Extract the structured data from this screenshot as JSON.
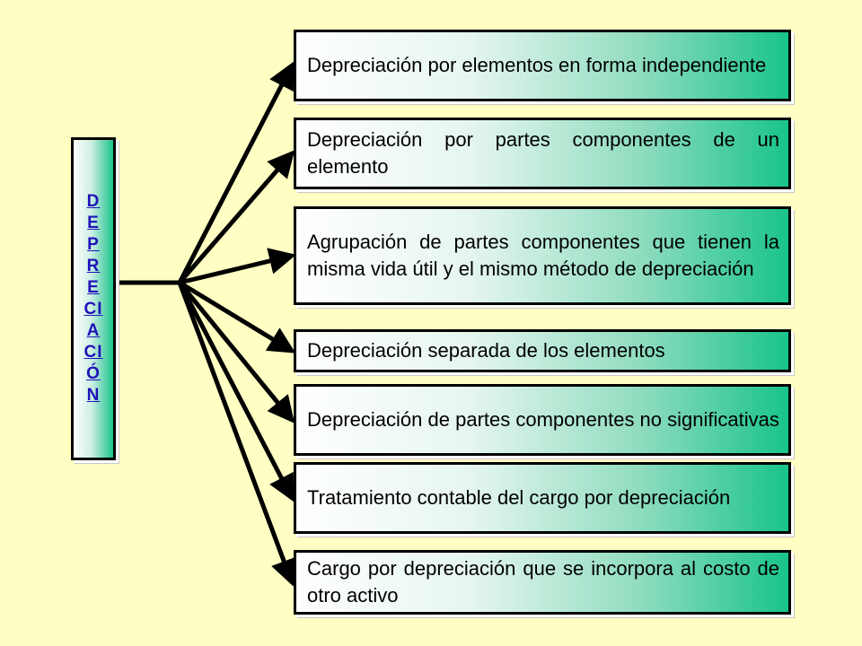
{
  "main": {
    "label_letters": [
      "D",
      "E",
      "P",
      "R",
      "E",
      "CI",
      "A",
      "CI",
      "Ó",
      "N"
    ]
  },
  "items": [
    {
      "text": "Depreciación por elementos en forma independiente"
    },
    {
      "text": "Depreciación por partes componentes de un elemento"
    },
    {
      "text": "Agrupación de partes componentes que tienen la misma vida útil y el mismo método de depreciación"
    },
    {
      "text": "Depreciación separada de los elementos"
    },
    {
      "text": "Depreciación de partes componentes no significativas"
    },
    {
      "text": "Tratamiento contable del cargo por depreciación"
    },
    {
      "text": "Cargo por depreciación que se incorpora al costo de otro activo"
    }
  ],
  "colors": {
    "background": "#ffffc4",
    "title_text": "#1f12b8",
    "gradient_end": "#19c38c"
  }
}
